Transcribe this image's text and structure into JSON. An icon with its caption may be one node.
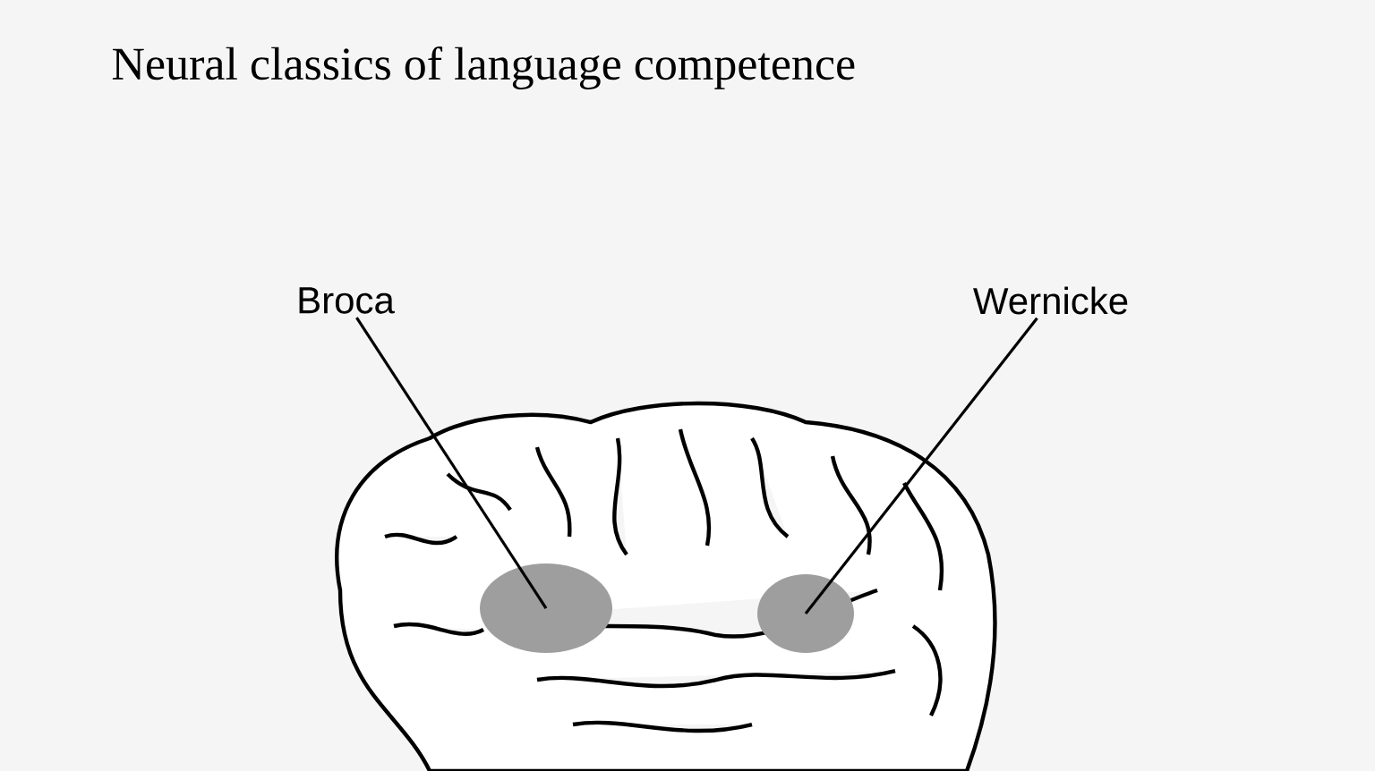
{
  "diagram": {
    "title": "Neural classics of language competence",
    "nodes": [
      {
        "text": [
          "Broca"
        ]
      },
      {
        "text": [
          "Wernicke"
        ]
      },
      {
        "text": [],
        "shape": "ellipse"
      },
      {
        "text": [],
        "shape": "ellipse"
      }
    ],
    "edges": [
      {
        "from": 0,
        "to": 2,
        "arrow": "none"
      },
      {
        "from": 1,
        "to": 3,
        "arrow": "none"
      }
    ]
  }
}
